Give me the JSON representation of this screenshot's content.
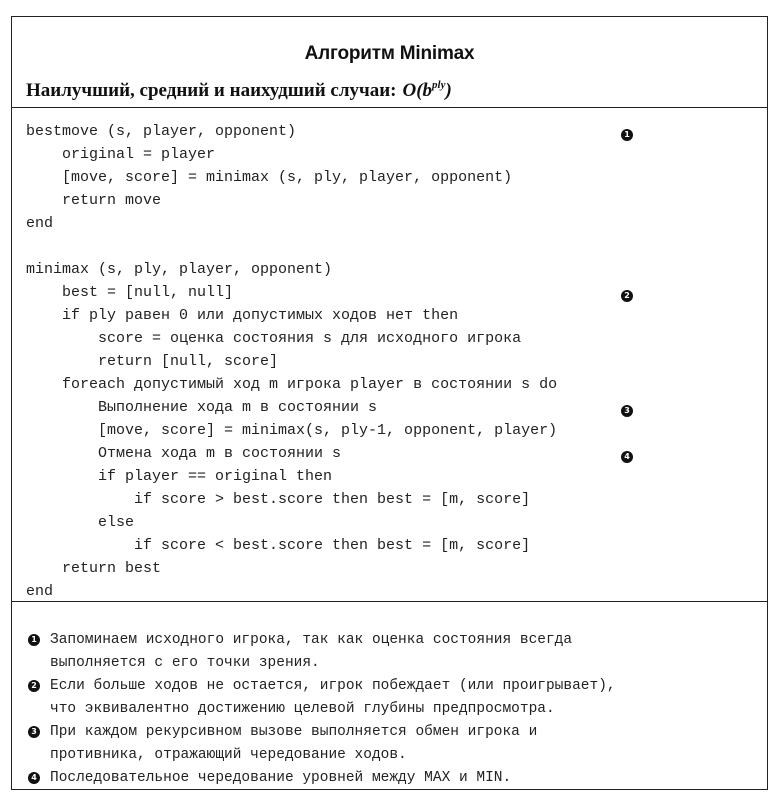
{
  "title": "Алгоритм Minimax",
  "complexity": {
    "label": "Наилучший, средний и наихудший случаи:",
    "formula_base": "O(b",
    "formula_exp": "ply",
    "formula_close": ")"
  },
  "code_lines": [
    "bestmove (s, player, opponent)",
    "    original = player",
    "    [move, score] = minimax (s, ply, player, opponent)",
    "    return move",
    "end",
    "",
    "minimax (s, ply, player, opponent)",
    "    best = [null, null]",
    "    if ply равен 0 или допустимых ходов нет then",
    "        score = оценка состояния s для исходного игрока",
    "        return [null, score]",
    "    foreach допустимый ход m игрока player в состоянии s do",
    "        Выполнение хода m в состоянии s",
    "        [move, score] = minimax(s, ply-1, opponent, player)",
    "        Отмена хода m в состоянии s",
    "        if player == original then",
    "            if score > best.score then best = [m, score]",
    "        else",
    "            if score < best.score then best = [m, score]",
    "    return best",
    "end"
  ],
  "markers": [
    "1",
    "2",
    "3",
    "4"
  ],
  "notes": [
    {
      "marker": "1",
      "lines": [
        "Запоминаем исходного игрока, так как оценка состояния всегда",
        "выполняется с его точки зрения."
      ]
    },
    {
      "marker": "2",
      "lines": [
        "Если больше ходов не остается, игрок побеждает (или проигрывает),",
        "что эквивалентно достижению целевой глубины предпросмотра."
      ]
    },
    {
      "marker": "3",
      "lines": [
        "При каждом рекурсивном вызове выполняется обмен игрока и",
        "противника, отражающий чередование ходов."
      ]
    },
    {
      "marker": "4",
      "lines": [
        "Последовательное чередование уровней между MAX и MIN."
      ]
    }
  ]
}
